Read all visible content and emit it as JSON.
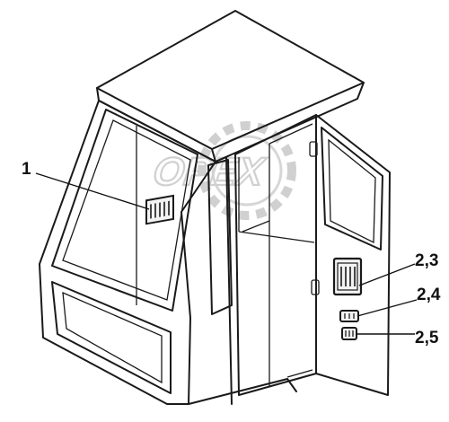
{
  "watermark": {
    "text": "OPEX",
    "color": "#c8c8c8"
  },
  "callouts": [
    {
      "label": "1",
      "part": "side-window-sticker"
    },
    {
      "label": "2,3",
      "part": "door-large-sticker"
    },
    {
      "label": "2,4",
      "part": "door-small-sticker-upper"
    },
    {
      "label": "2,5",
      "part": "door-small-sticker-lower"
    }
  ],
  "colors": {
    "line": "#1a1a1a",
    "background": "#ffffff",
    "sticker_fill": "#f3f3f3"
  }
}
